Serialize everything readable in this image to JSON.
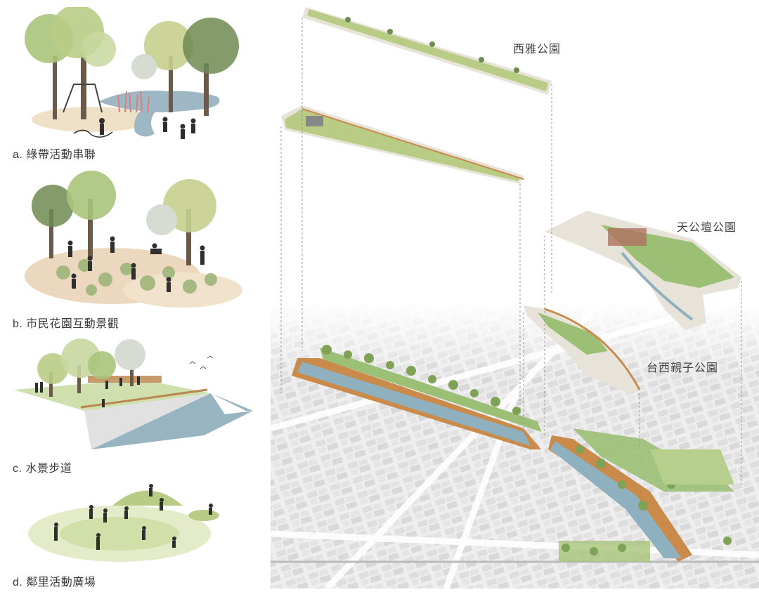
{
  "scenes": [
    {
      "caption": "a. 綠帶活動串聯",
      "icon": "park-activity-scene"
    },
    {
      "caption": "b. 市民花園互動景觀",
      "icon": "community-garden-scene"
    },
    {
      "caption": "c. 水景步道",
      "icon": "waterfront-walkway-scene"
    },
    {
      "caption": "d. 鄰里活動廣場",
      "icon": "neighborhood-plaza-scene"
    }
  ],
  "parks": [
    {
      "label": "西雅公園"
    },
    {
      "label": "天公壇公園"
    },
    {
      "label": "台西親子公園"
    }
  ],
  "colors": {
    "foliage_light": "#b9cc86",
    "foliage_dark": "#6f8a52",
    "trunk": "#6b5a4a",
    "water": "#8fb0be",
    "ground_sand": "#ecd8bf",
    "lawn": "#cfdfae",
    "building": "#dcdcdc",
    "orange_path": "#c98a4a"
  }
}
